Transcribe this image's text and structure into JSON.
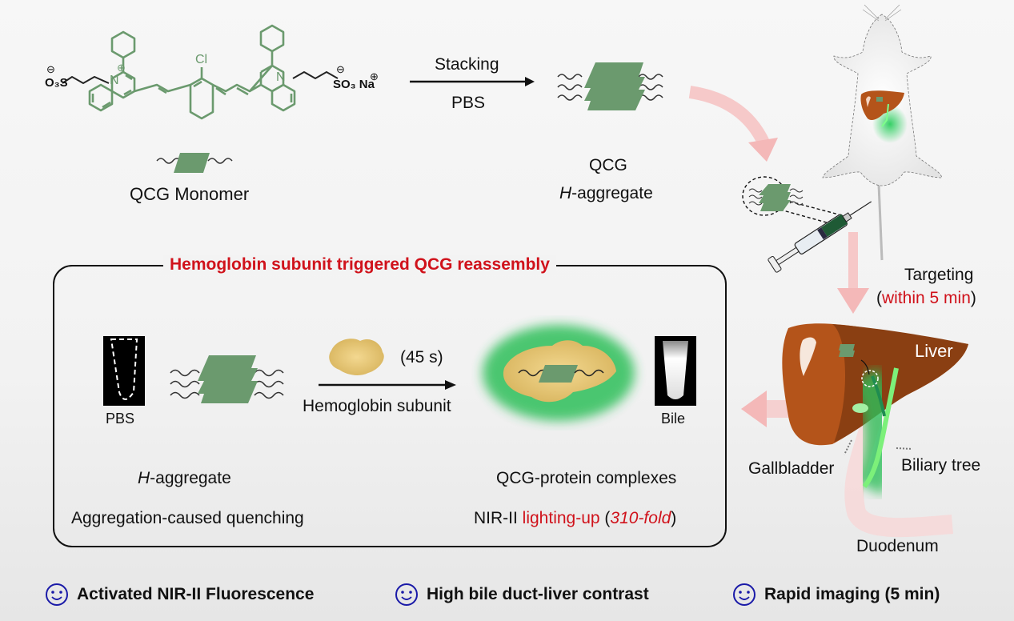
{
  "top": {
    "monomer_label": "QCG Monomer",
    "chem": {
      "left_group": "O₃S",
      "left_charge": "⊖",
      "n_left": "N",
      "n_left_charge": "⊕",
      "cl": "Cl",
      "n_right": "N",
      "right_group": "SO₃ Na",
      "right_charge": "⊖",
      "na_charge": "⊕"
    },
    "arrow_top_label": "Stacking",
    "arrow_bottom_label": "PBS",
    "aggregate_label_line1": "QCG",
    "aggregate_label_line2_italic": "H",
    "aggregate_label_line2_rest": "-aggregate"
  },
  "mouse_panel": {
    "targeting_label": "Targeting",
    "targeting_paren_open": "(",
    "targeting_time": "within 5 min",
    "targeting_paren_close": ")"
  },
  "liver_panel": {
    "liver_label": "Liver",
    "gallbladder_label": "Gallbladder",
    "biliary_label": "Biliary tree",
    "duodenum_label": "Duodenum"
  },
  "box": {
    "title": "Hemoglobin subunit triggered QCG reassembly",
    "pbs_label": "PBS",
    "time_label": "(45 s)",
    "arrow_label": "Hemoglobin subunit",
    "bile_label": "Bile",
    "left_state_italic": "H",
    "left_state_rest": "-aggregate",
    "left_effect": "Aggregation-caused quenching",
    "right_state": "QCG-protein complexes",
    "right_effect_prefix": "NIR-II ",
    "right_effect_red": "lighting-up",
    "right_effect_paren_open": " (",
    "right_effect_fold": "310-fold",
    "right_effect_paren_close": ")"
  },
  "features": [
    {
      "icon": "smiley-icon",
      "label": "Activated NIR-II Fluorescence"
    },
    {
      "icon": "smiley-icon",
      "label": "High bile duct-liver contrast"
    },
    {
      "icon": "smiley-icon",
      "label": "Rapid imaging (5 min)"
    }
  ],
  "colors": {
    "dye_green": "#6b9a6e",
    "accent_red": "#d0121b",
    "liver_brown": "#b4541a",
    "glow_green": "#2fbf5a",
    "smiley_blue": "#1a1aa8",
    "arrow_pink": "#f4b8b8"
  }
}
